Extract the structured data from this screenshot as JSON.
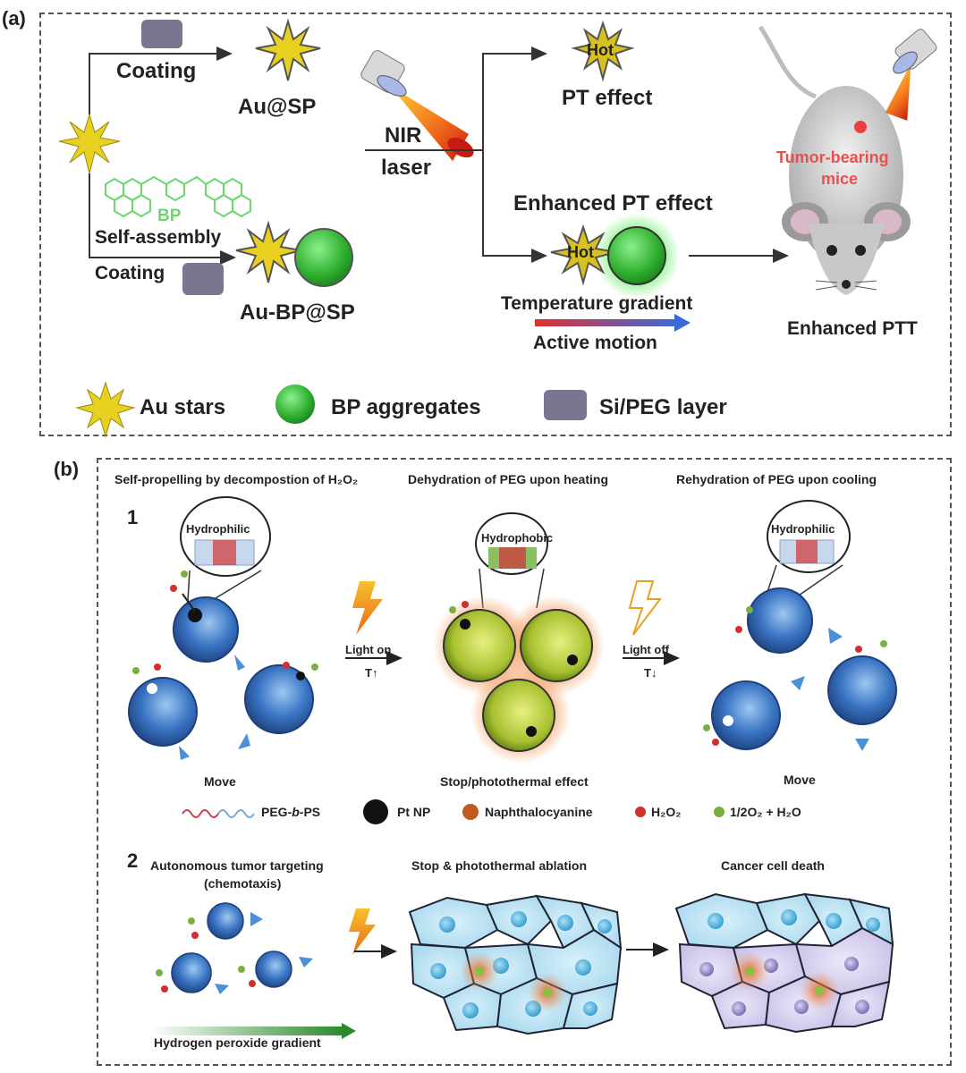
{
  "panel_a": {
    "label": "(a)",
    "coating_top": "Coating",
    "au_sp": "Au@SP",
    "bp": "BP",
    "self_assembly": "Self-assembly",
    "coating_bottom": "Coating",
    "au_bp_sp": "Au-BP@SP",
    "nir": "NIR",
    "laser": "laser",
    "hot_top": "Hot",
    "pt_effect": "PT effect",
    "enhanced_pt_effect": "Enhanced PT effect",
    "hot_bottom": "Hot",
    "temperature_gradient": "Temperature gradient",
    "active_motion": "Active motion",
    "tumor_bearing_1": "Tumor-bearing",
    "tumor_bearing_2": "mice",
    "enhanced_ptt": "Enhanced PTT",
    "legend": {
      "au_stars": "Au stars",
      "bp_aggregates": "BP aggregates",
      "si_peg_layer": "Si/PEG layer"
    }
  },
  "panel_b": {
    "label": "(b)",
    "header_1": "Self-propelling by decompostion of H₂O₂",
    "header_2": "Dehydration of PEG upon heating",
    "header_3": "Rehydration of PEG upon cooling",
    "row1_num": "1",
    "hydrophilic_left": "Hydrophilic",
    "hydrophobic": "Hydrophobic",
    "hydrophilic_right": "Hydrophilic",
    "light_on": "Light on",
    "t_up": "T↑",
    "light_off": "Light off",
    "t_down": "T↓",
    "move_left": "Move",
    "stop_label": "Stop/photothermal effect",
    "move_right": "Move",
    "legend": {
      "peg_b_ps_pre": "PEG-",
      "peg_b_ps_b": "b",
      "peg_b_ps_post": "-PS",
      "pt_np": "Pt NP",
      "naphthalocyanine": "Naphthalocyanine",
      "h2o2": "H₂O₂",
      "o2_h2o": "1/2O₂ + H₂O"
    },
    "row2_num": "2",
    "targeting_1": "Autonomous tumor targeting",
    "targeting_2": "(chemotaxis)",
    "stop_ablation": "Stop & photothermal ablation",
    "cancer_death": "Cancer cell death",
    "h2o2_gradient": "Hydrogen peroxide gradient"
  },
  "colors": {
    "au_gold": "#e8d020",
    "bp_green": "#3cc43c",
    "si_peg": "#7a7690",
    "motor_blue": "#3a74c4",
    "tumor_red": "#e84040",
    "cell_blue": "#bfe6f4"
  }
}
